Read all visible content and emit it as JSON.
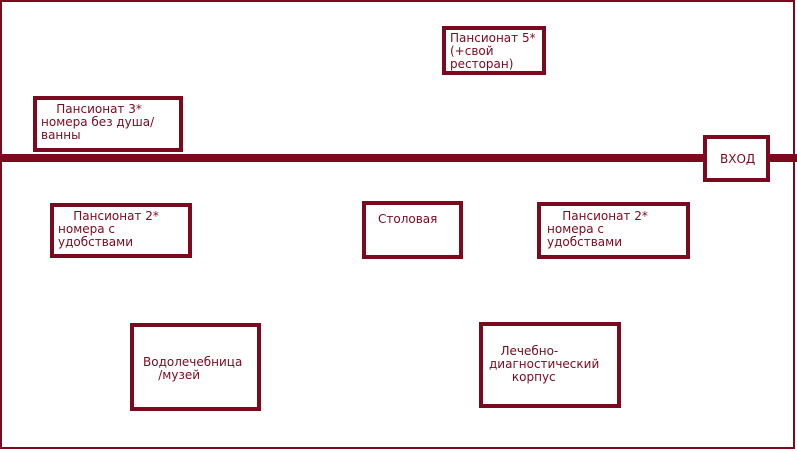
{
  "colors": {
    "accent": "#7b0a1f",
    "background": "#ffffff"
  },
  "diagram": {
    "entrance": "ВХОД",
    "buildings": {
      "pension5": "Пансионат 5*\n(+свой\nресторан)",
      "pension3": "    Пансионат 3*\nномера без душа/\nванны",
      "pension2_left": "    Пансионат 2*\nномера с\nудобствами",
      "canteen": "Столовая",
      "pension2_right": "    Пансионат 2*\nномера с\nудобствами",
      "hydrotherapy": "Водолечебница\n    /музей",
      "diagnostic": "   Лечебно-\nдиагностический\n      корпус"
    }
  }
}
